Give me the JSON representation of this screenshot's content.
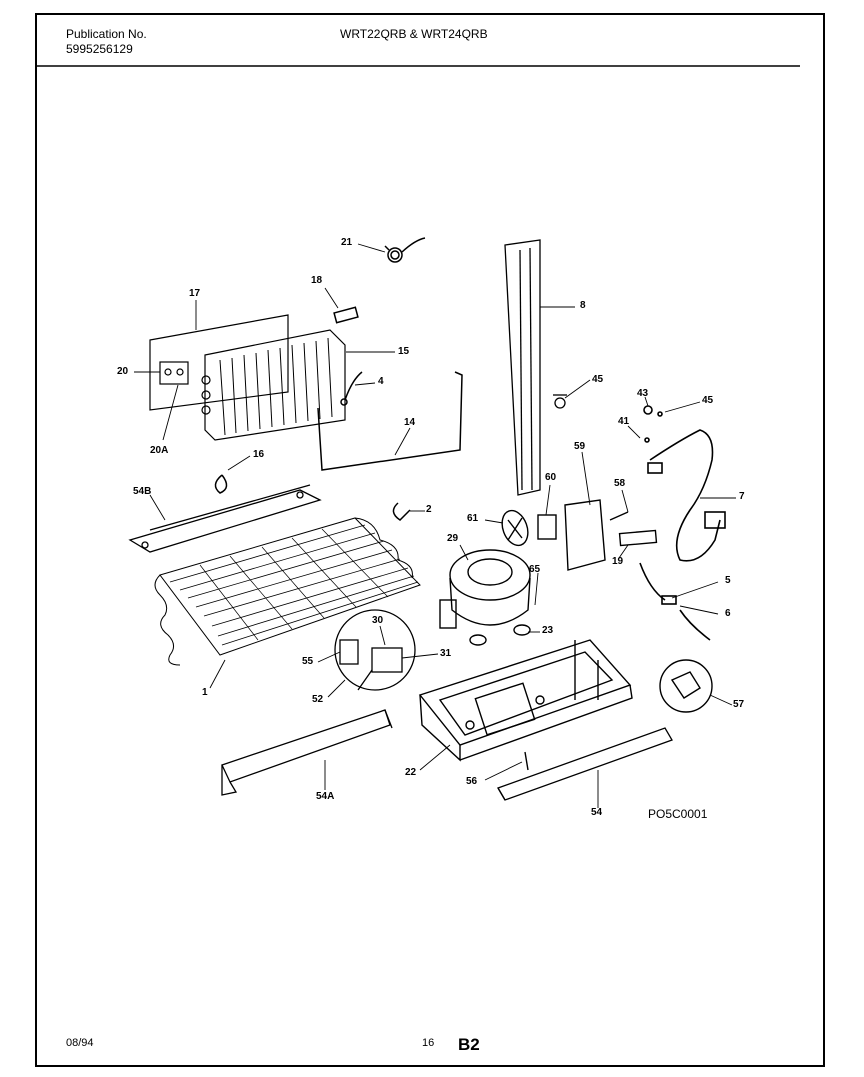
{
  "header": {
    "publication_label": "Publication No.",
    "publication_number": "5995256129",
    "model_title": "WRT22QRB & WRT24QRB"
  },
  "footer": {
    "date": "08/94",
    "page": "16",
    "section": "B2"
  },
  "diagram": {
    "code": "PO5C0001",
    "callouts": [
      "21",
      "18",
      "17",
      "15",
      "20",
      "4",
      "20A",
      "14",
      "16",
      "54B",
      "2",
      "1",
      "55",
      "52",
      "30",
      "31",
      "29",
      "61",
      "60",
      "59",
      "58",
      "19",
      "43",
      "45",
      "41",
      "7",
      "5",
      "6",
      "8",
      "65",
      "23",
      "22",
      "56",
      "54A",
      "54",
      "57"
    ]
  }
}
